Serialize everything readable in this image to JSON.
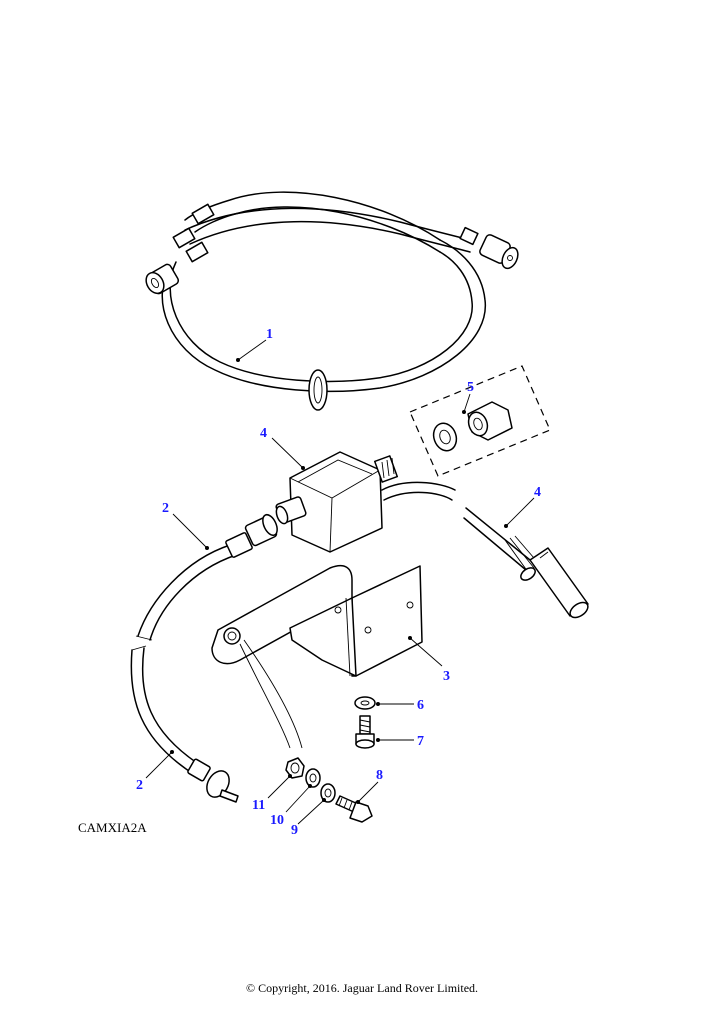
{
  "diagram": {
    "reference_code": "CAMXIA2A",
    "copyright": "© Copyright, 2016. Jaguar Land Rover Limited.",
    "callout_color": "#1a1aff",
    "callouts": {
      "c1": "1",
      "c2a": "2",
      "c2b": "2",
      "c3": "3",
      "c4a": "4",
      "c4b": "4",
      "c5": "5",
      "c6": "6",
      "c7": "7",
      "c8": "8",
      "c9": "9",
      "c10": "10",
      "c11": "11"
    }
  }
}
